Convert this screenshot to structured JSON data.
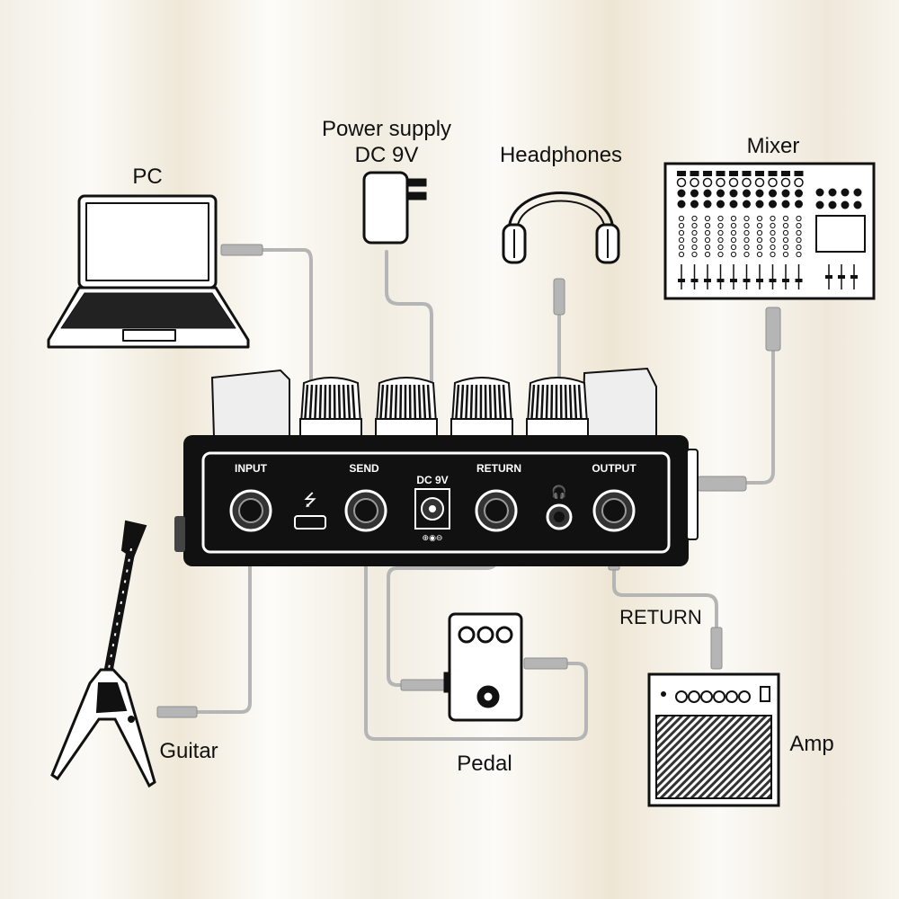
{
  "labels": {
    "pc": "PC",
    "power_supply": "Power supply",
    "dc_9v": "DC 9V",
    "headphones": "Headphones",
    "mixer": "Mixer",
    "guitar": "Guitar",
    "pedal": "Pedal",
    "amp": "Amp",
    "return_cable": "RETURN"
  },
  "jacks": {
    "input": "INPUT",
    "send": "SEND",
    "dc9v": "DC 9V",
    "return": "RETURN",
    "output": "OUTPUT"
  },
  "colors": {
    "cable": "#b5b5b5",
    "device_body": "#111111",
    "outline": "#111111"
  }
}
